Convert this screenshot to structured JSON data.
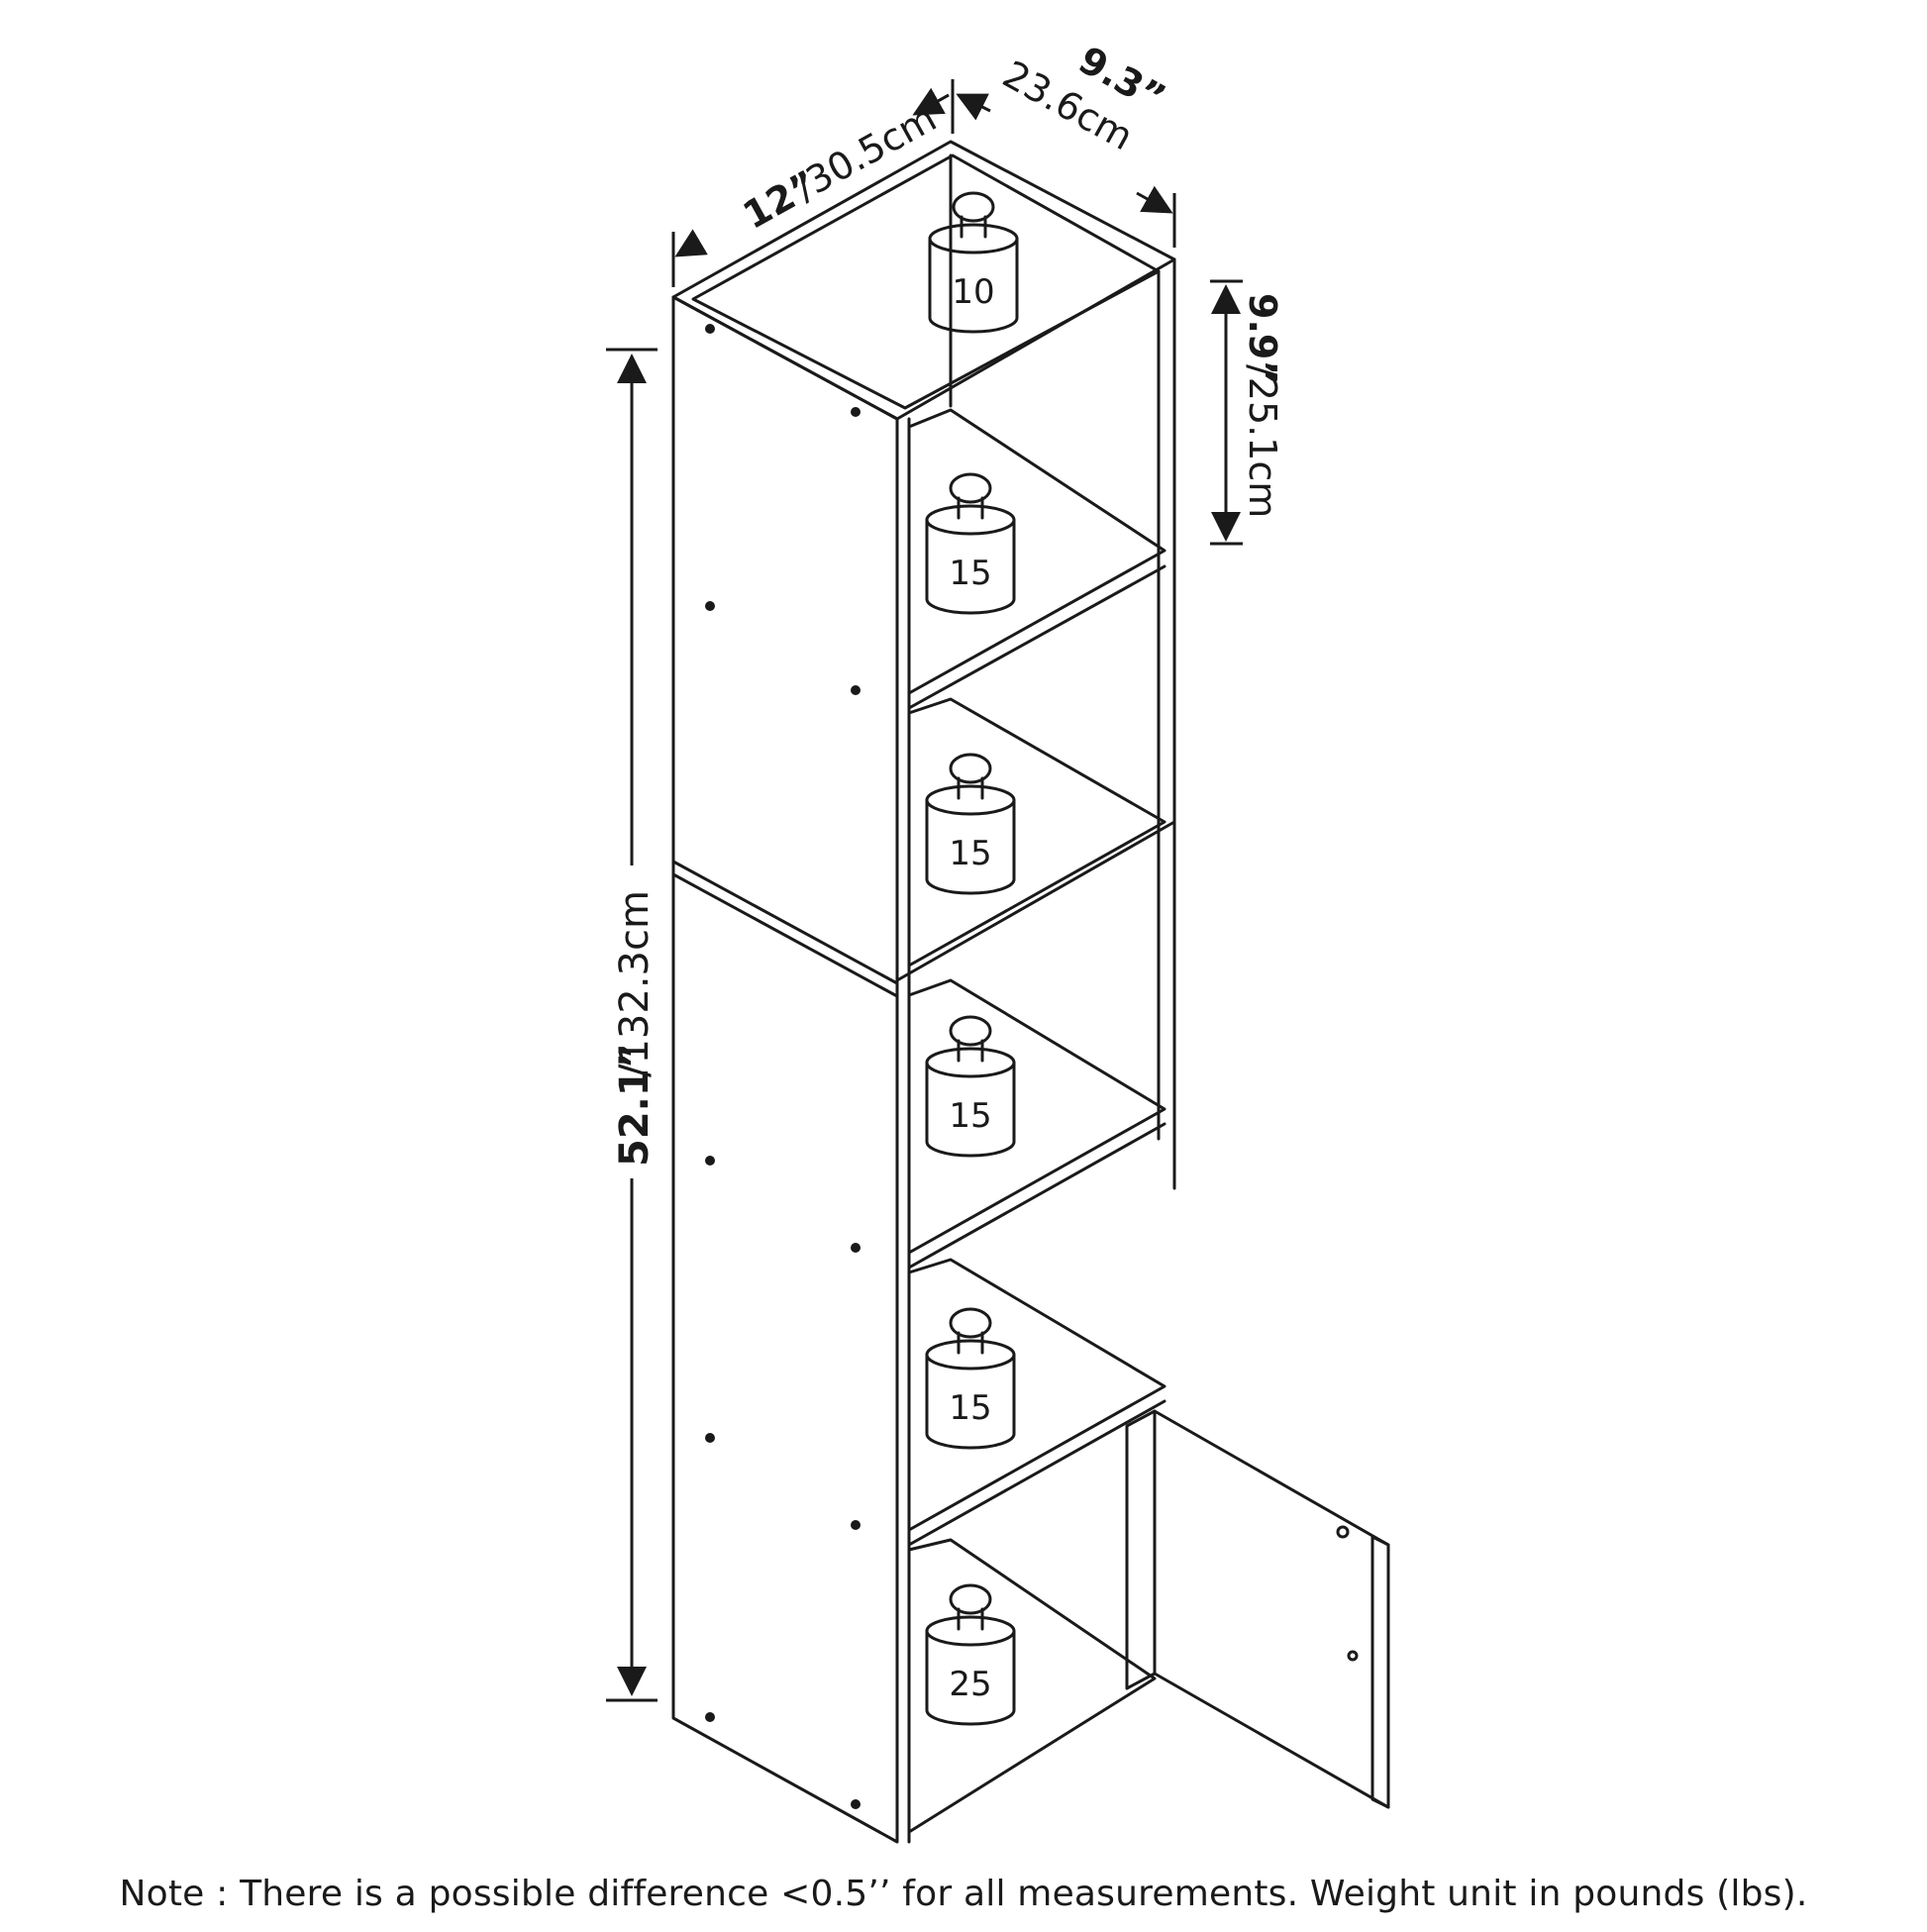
{
  "dimensions": {
    "width": {
      "in": "12”",
      "cm": "/30.5cm"
    },
    "depth": {
      "in": "9.3”",
      "cm": "23.6cm"
    },
    "shelf_height": {
      "in": "9.9”",
      "cm": "/25.1cm"
    },
    "total_height": {
      "in": "52.1”",
      "cm": "/132.3cm"
    }
  },
  "weights": [
    {
      "label": "10"
    },
    {
      "label": "15"
    },
    {
      "label": "15"
    },
    {
      "label": "15"
    },
    {
      "label": "15"
    },
    {
      "label": "25"
    }
  ],
  "note": "Note : There is a possible difference <0.5’’ for all measurements. Weight unit in pounds (lbs).",
  "colors": {
    "line": "#1a1a1a",
    "background": "#ffffff"
  }
}
